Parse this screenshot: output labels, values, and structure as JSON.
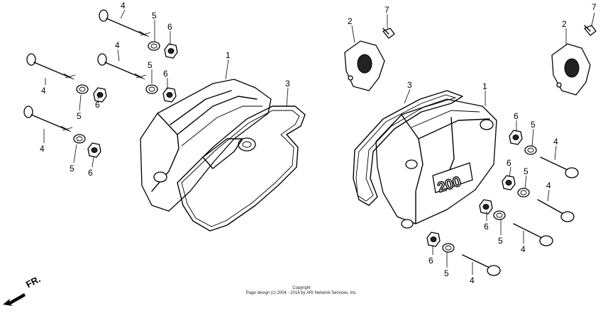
{
  "callouts": {
    "left_cover": "1",
    "right_cover": "1",
    "left_gasket": "3",
    "right_gasket": "3",
    "cap_a": "2",
    "cap_b": "2",
    "bolt_cap_a": "7",
    "bolt_cap_b": "7",
    "l_bolt1": "4",
    "l_washer1": "5",
    "l_nut1": "6",
    "l_bolt2": "4",
    "l_washer2": "5",
    "l_nut2": "6",
    "l_bolt3": "4",
    "l_washer3": "5",
    "l_nut3": "6",
    "l_bolt4": "4",
    "l_washer4": "5",
    "l_nut4": "6",
    "r_nut1": "6",
    "r_washer1": "5",
    "r_bolt1": "4",
    "r_nut2": "6",
    "r_washer2": "5",
    "r_bolt2": "4",
    "r_nut3": "6",
    "r_washer3": "5",
    "r_bolt3": "4",
    "r_nut4": "6",
    "r_washer4": "5",
    "r_bolt4": "4"
  },
  "emblem_text": "200",
  "direction_label": "FR.",
  "copyright": {
    "line1": "Copyright",
    "line2": "Page design (c) 2004 - 2014 by ARI Network Services, Inc."
  }
}
